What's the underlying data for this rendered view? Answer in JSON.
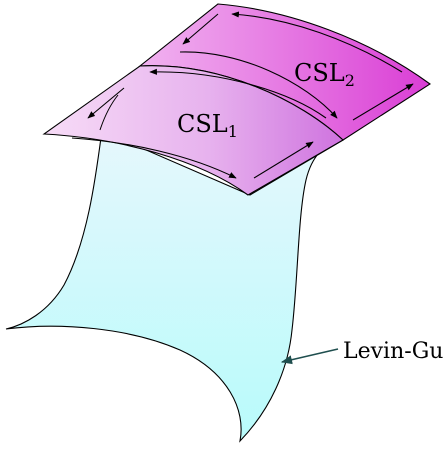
{
  "labels": {
    "csl1_main": "CSL",
    "csl1_sub": "1",
    "csl2_main": "CSL",
    "csl2_sub": "2",
    "levin_gu": "Levin-Gu"
  },
  "colors": {
    "sheet_top": "#e6f7fc",
    "sheet_bottom": "#b8fbfb",
    "csl1_light": "#f6d9f6",
    "csl1_dark": "#d07ae0",
    "csl2_light": "#f2a9ef",
    "csl2_dark": "#d835d2",
    "ink": "#000000",
    "pointer": "#1f4e4e"
  }
}
